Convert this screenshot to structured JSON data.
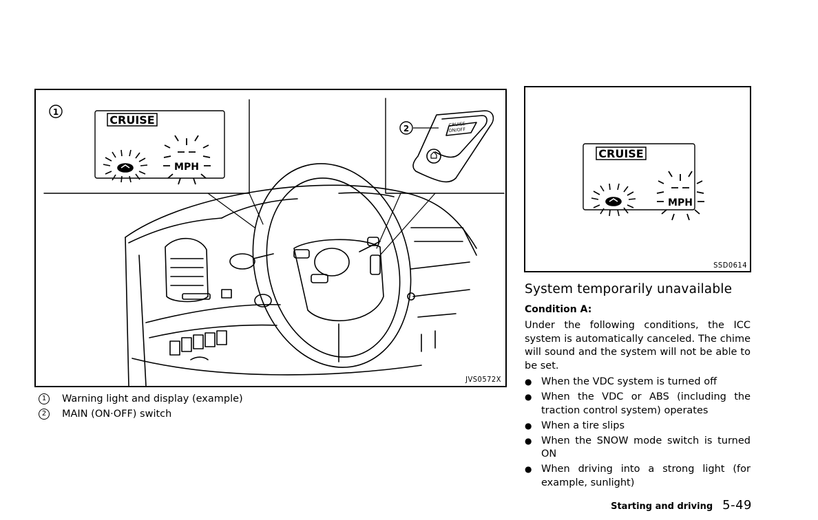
{
  "figure_left": {
    "callout_1": "1",
    "callout_2": "2",
    "display_label": "CRUISE",
    "speed_unit": "MPH",
    "switch_text_line1": "CRUISE",
    "switch_text_line2": "ON/OFF",
    "code": "JVS0572X"
  },
  "legend": [
    {
      "num": "1",
      "text": "Warning light and display (example)"
    },
    {
      "num": "2",
      "text": "MAIN (ON·OFF) switch"
    }
  ],
  "figure_right": {
    "display_label": "CRUISE",
    "speed_unit": "MPH",
    "code": "SSD0614"
  },
  "section": {
    "heading": "System temporarily unavailable",
    "condition": "Condition A:",
    "paragraph": "Under the following conditions, the ICC system is automatically canceled. The chime will sound and the system will not be able to be set.",
    "bullets": [
      "When the VDC system is turned off",
      "When the VDC or ABS (including the traction control system) operates",
      "When a tire slips",
      "When the SNOW mode switch is turned ON",
      "When driving into a strong light (for example, sunlight)"
    ]
  },
  "footer": {
    "section_title": "Starting and driving",
    "page_number": "5-49"
  }
}
